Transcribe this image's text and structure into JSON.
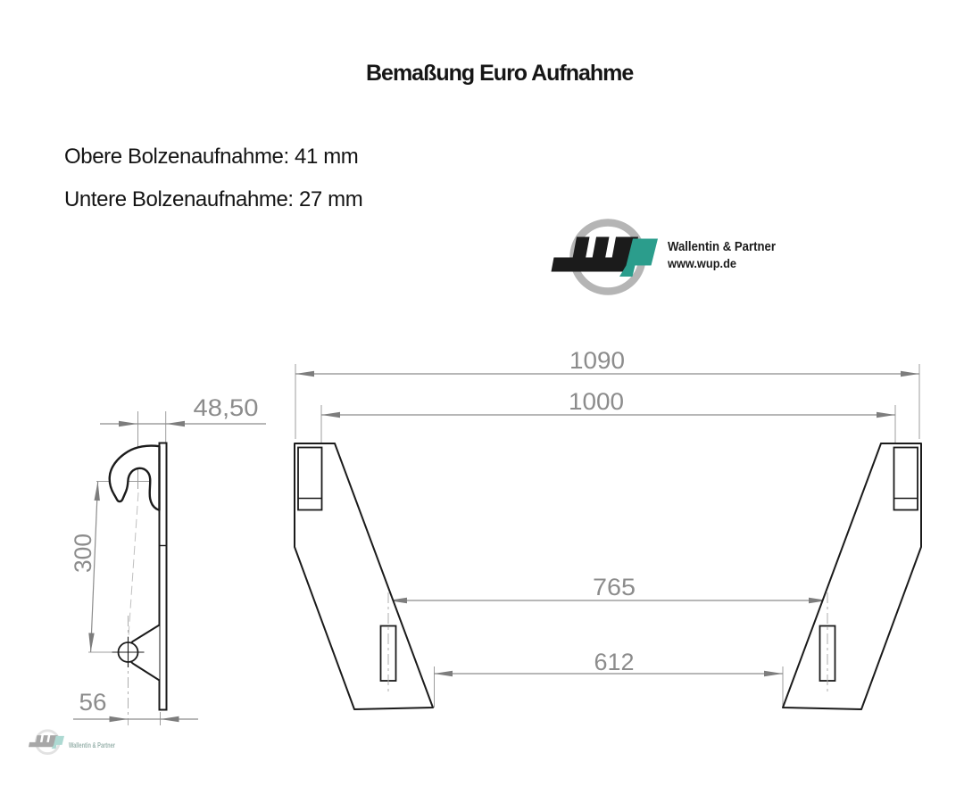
{
  "title": "Bemaßung Euro Aufnahme",
  "specs": {
    "upper": "Obere Bolzenaufnahme: 41 mm",
    "lower": "Untere Bolzenaufnahme: 27 mm"
  },
  "logo": {
    "company": "Wallentin & Partner",
    "website": "www.wup.de",
    "teal": "#2b9d8c",
    "ink": "#1b1b1b",
    "ring_gray": "#b5b5b5"
  },
  "watermark": {
    "company": "Wallentin & Partner"
  },
  "dimensions": {
    "front_view": {
      "overall_width_mm": "1090",
      "upper_hook_inner_mm": "1000",
      "lower_pin_centers_mm": "765",
      "bottom_inner_mm": "612"
    },
    "side_view": {
      "upper_hook_offset_mm": "48,50",
      "pin_spacing_mm": "300",
      "lower_pin_offset_mm": "56"
    }
  }
}
